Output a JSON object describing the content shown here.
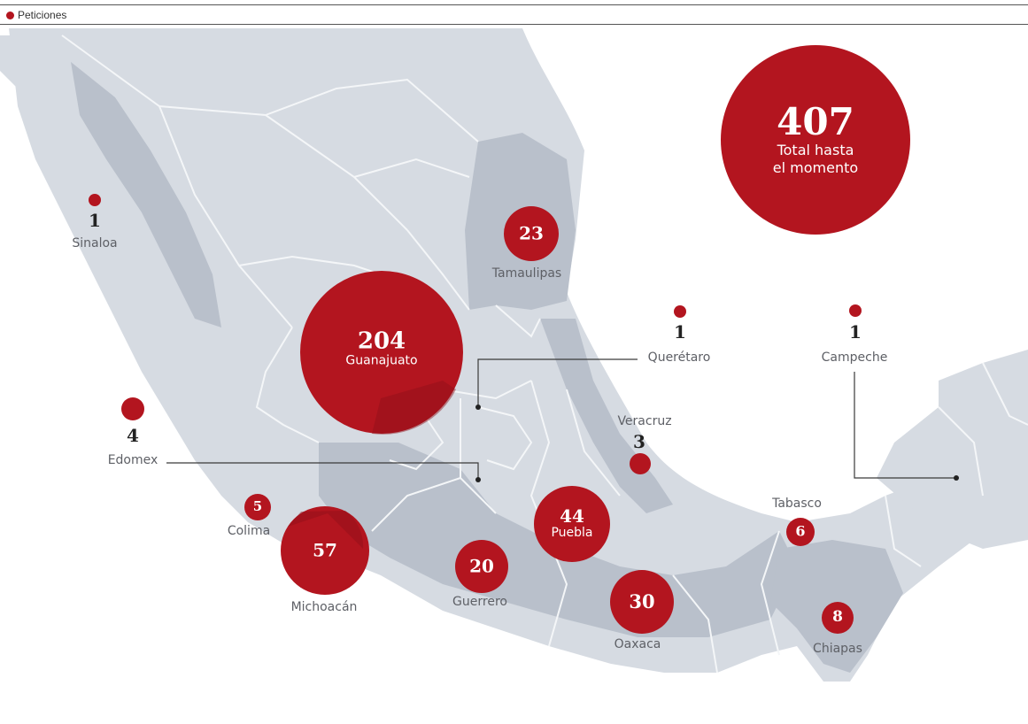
{
  "legend": {
    "label": "Peticiones",
    "color": "#b3151f"
  },
  "total": {
    "value": "407",
    "line1": "Total hasta",
    "line2": "el momento"
  },
  "states": [
    {
      "name": "Sinaloa",
      "value": "1"
    },
    {
      "name": "Tamaulipas",
      "value": "23"
    },
    {
      "name": "Guanajuato",
      "value": "204"
    },
    {
      "name": "Querétaro",
      "value": "1"
    },
    {
      "name": "Campeche",
      "value": "1"
    },
    {
      "name": "Edomex",
      "value": "4"
    },
    {
      "name": "Veracruz",
      "value": "3"
    },
    {
      "name": "Colima",
      "value": "5"
    },
    {
      "name": "Michoacán",
      "value": "57"
    },
    {
      "name": "Puebla",
      "value": "44"
    },
    {
      "name": "Guerrero",
      "value": "20"
    },
    {
      "name": "Tabasco",
      "value": "6"
    },
    {
      "name": "Oaxaca",
      "value": "30"
    },
    {
      "name": "Chiapas",
      "value": "8"
    }
  ],
  "colors": {
    "land": "#d6dbe2",
    "land_dark": "#b9c0cb",
    "border": "#f4f6f8",
    "bubble": "#b3151f",
    "bubble_dark": "#8e0f18"
  }
}
